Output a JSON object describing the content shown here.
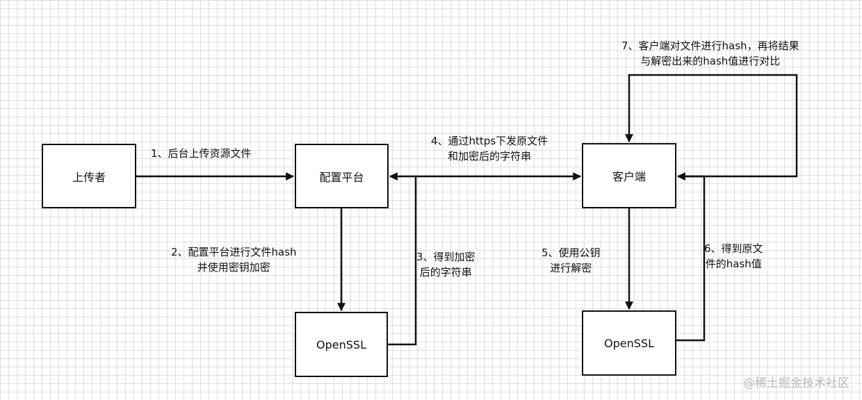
{
  "nodes": {
    "uploader": "上传者",
    "config_platform": "配置平台",
    "client": "客户端",
    "openssl_left": "OpenSSL",
    "openssl_right": "OpenSSL"
  },
  "edge_labels": {
    "step1": [
      "1、后台上传资源文件"
    ],
    "step2": [
      "2、配置平台进行文件hash",
      "并使用密钥加密"
    ],
    "step3": [
      "3、得到加密",
      "后的字符串"
    ],
    "step4": [
      "4、通过https下发原文件",
      "和加密后的字符串"
    ],
    "step5": [
      "5、使用公钥",
      "进行解密"
    ],
    "step6": [
      "6、得到原文",
      "件的hash值"
    ],
    "step7": [
      "7、客户端对文件进行hash，再将结果",
      "与解密出来的hash值进行对比"
    ]
  },
  "watermark": "@稀土掘金技术社区"
}
